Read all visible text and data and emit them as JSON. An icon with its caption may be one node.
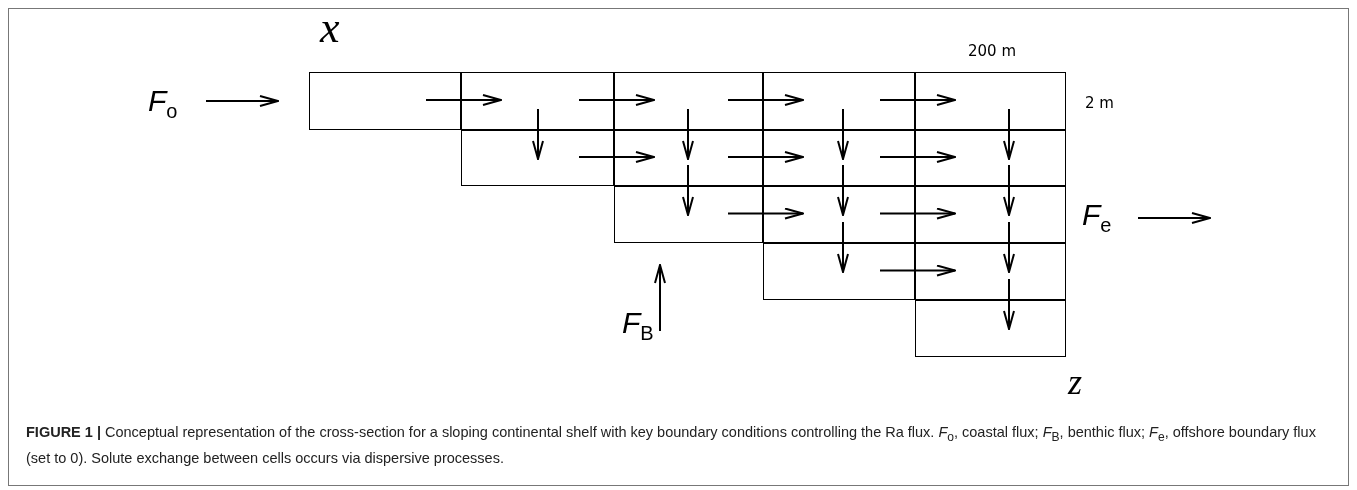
{
  "diagram": {
    "caption": "**FIGURE 1 |** Conceptual representation of the cross-section for a sloping continental shelf with key boundary conditions controlling the Ra flux. *F*$_{o}$, coastal flux; *F*$_{B}$, benthic flux; *F*$_{e}$, offshore boundary flux (set to 0). Solute exchange between cells occurs via dispersive processes.",
    "nodes": [
      {
        "text": [
          "*F*$_{o}$"
        ]
      },
      {
        "text": [
          "*F*$_{e}$"
        ]
      },
      {
        "text": [
          "*F*$_{B}$"
        ]
      },
      {
        "text": [],
        "shape": "box"
      },
      {
        "text": [],
        "shape": "box"
      },
      {
        "text": [],
        "shape": "box"
      },
      {
        "text": [],
        "shape": "box"
      },
      {
        "text": [],
        "shape": "box"
      },
      {
        "text": [],
        "shape": "box"
      },
      {
        "text": [],
        "shape": "box"
      },
      {
        "text": [],
        "shape": "box"
      },
      {
        "text": [],
        "shape": "box"
      },
      {
        "text": [],
        "shape": "box"
      },
      {
        "text": [],
        "shape": "box"
      },
      {
        "text": [],
        "shape": "box"
      },
      {
        "text": [],
        "shape": "box"
      },
      {
        "text": [],
        "shape": "box"
      },
      {
        "text": [],
        "shape": "box"
      }
    ],
    "edges": [
      {
        "from": 0,
        "to": 3,
        "arrow": "to"
      },
      {
        "from": 1,
        "to": null,
        "arrow": "to"
      },
      {
        "from": 2,
        "to": 12,
        "arrow": "to"
      },
      {
        "from": 3,
        "to": 4,
        "arrow": "to"
      },
      {
        "from": 4,
        "to": 5,
        "arrow": "to"
      },
      {
        "from": 5,
        "to": 6,
        "arrow": "to"
      },
      {
        "from": 6,
        "to": 7,
        "arrow": "to"
      },
      {
        "from": 8,
        "to": 9,
        "arrow": "to"
      },
      {
        "from": 9,
        "to": 10,
        "arrow": "to"
      },
      {
        "from": 10,
        "to": 11,
        "arrow": "to"
      },
      {
        "from": 12,
        "to": 13,
        "arrow": "to"
      },
      {
        "from": 13,
        "to": 14,
        "arrow": "to"
      },
      {
        "from": 15,
        "to": 16,
        "arrow": "to"
      },
      {
        "from": 4,
        "to": 8,
        "arrow": "to"
      },
      {
        "from": 5,
        "to": 9,
        "arrow": "to"
      },
      {
        "from": 9,
        "to": 12,
        "arrow": "to"
      },
      {
        "from": 6,
        "to": 10,
        "arrow": "to"
      },
      {
        "from": 10,
        "to": 13,
        "arrow": "to"
      },
      {
        "from": 13,
        "to": 15,
        "arrow": "to"
      },
      {
        "from": 7,
        "to": 11,
        "arrow": "to"
      },
      {
        "from": 11,
        "to": 14,
        "arrow": "to"
      },
      {
        "from": 14,
        "to": 16,
        "arrow": "to"
      },
      {
        "from": 16,
        "to": 17,
        "arrow": "to"
      }
    ],
    "labels": [
      "*x*",
      "200 m",
      "2 m",
      "*z*"
    ]
  }
}
